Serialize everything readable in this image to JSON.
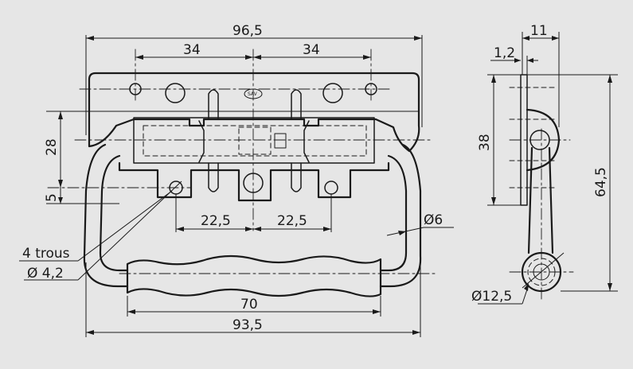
{
  "front_view": {
    "dim_overall_top": "96,5",
    "dim_left_half": "34",
    "dim_right_half": "34",
    "dim_height_28": "28",
    "dim_offset_5": "5",
    "dim_hole_left": "22,5",
    "dim_hole_right": "22,5",
    "dim_wire": "Ø6",
    "note_holes": "4 trous",
    "note_hole_dia": "Ø 4,2",
    "dim_grip": "70",
    "dim_overall_bottom": "93,5",
    "logo_text": "SAV"
  },
  "side_view": {
    "dim_width_11": "11",
    "dim_thickness": "1,2",
    "dim_height_38": "38",
    "dim_height_total": "64,5",
    "dim_grip_dia": "Ø12,5"
  }
}
